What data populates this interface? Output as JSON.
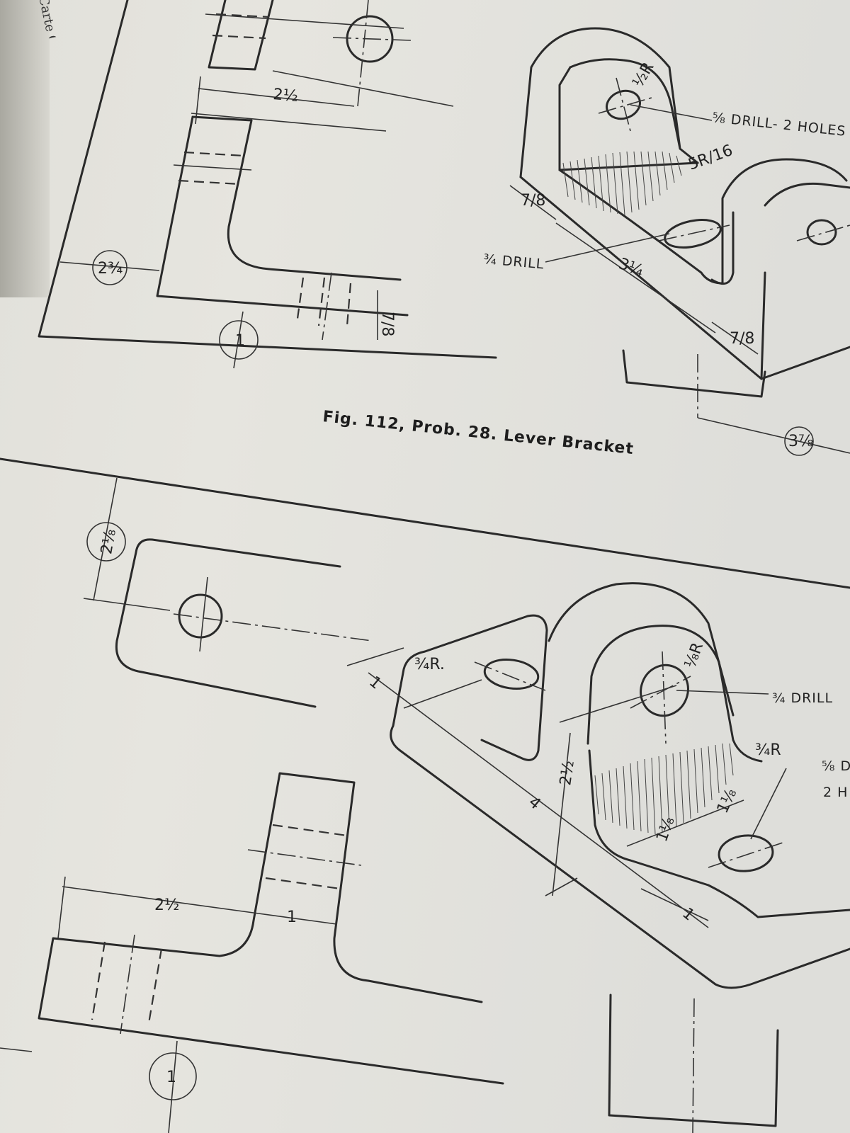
{
  "spine_text": "Carte Carte",
  "fig112": {
    "caption": "Fig. 112, Prob. 28.  Lever Bracket",
    "dims": {
      "two_half": "2½",
      "two_three_quarter": "2¾",
      "one": "1",
      "seven_eighth_small": "7/8",
      "seven_eighth_a": "7/8",
      "three_quarter_iso": "3¼",
      "seven_eighth_b": "7/8",
      "three_seven_eighth": "3⅞",
      "half_r": "½R",
      "five_sixteenth_r": "5R/16"
    },
    "labels": {
      "drill_holes": "⅝ DRILL- 2 HOLES",
      "drill_three_quarter": "¾ DRILL"
    }
  },
  "fig_next": {
    "dims": {
      "two_one_eighth": "2⅛",
      "two_half": "2½",
      "one_a": "1",
      "one_b": "1",
      "three_quarter_r": "¾R.",
      "one_iso": "1",
      "four": "4",
      "two_half_v": "2½",
      "one_eighth_a": "1⅛",
      "one_eighth_b": "1⅛",
      "one_iso_b": "1",
      "one_eighth_r": "⅛R",
      "three_quarter_r2": "¾R"
    },
    "labels": {
      "drill_three_quarter": "¾ DRILL",
      "drill_five_eighth": "⅝ D",
      "two_holes": "2 H"
    }
  }
}
